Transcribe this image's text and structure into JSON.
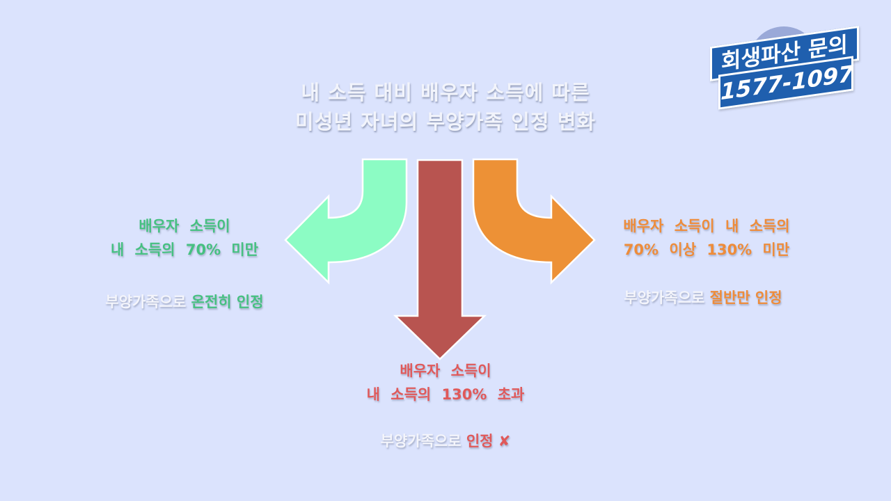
{
  "badge": {
    "line1": "회생파산 문의",
    "line2": "1577-1097",
    "color": "#1f5fae"
  },
  "title": {
    "line1": "내 소득 대비 배우자 소득에 따른",
    "line2": "미성년 자녀의 부양가족 인정 변화"
  },
  "branches": {
    "left": {
      "color": "#46c081",
      "arrow_color": "#8cfcc4",
      "condition_line1": "배우자 소득이",
      "condition_line2": "내 소득의 70% 미만",
      "result_lead": "부양가족으로",
      "result_value": "온전히 인정"
    },
    "center": {
      "color": "#e0595a",
      "arrow_color": "#b85450",
      "condition_line1": "배우자 소득이",
      "condition_line2": "내 소득의 130% 초과",
      "result_lead": "부양가족으로",
      "result_value": "인정 ✘"
    },
    "right": {
      "color": "#ee8c3a",
      "arrow_color": "#ed9136",
      "condition_line1": "배우자 소득이 내 소득의",
      "condition_line2": "70% 이상 130% 미만",
      "result_lead": "부양가족으로",
      "result_value": "절반만 인정"
    }
  }
}
